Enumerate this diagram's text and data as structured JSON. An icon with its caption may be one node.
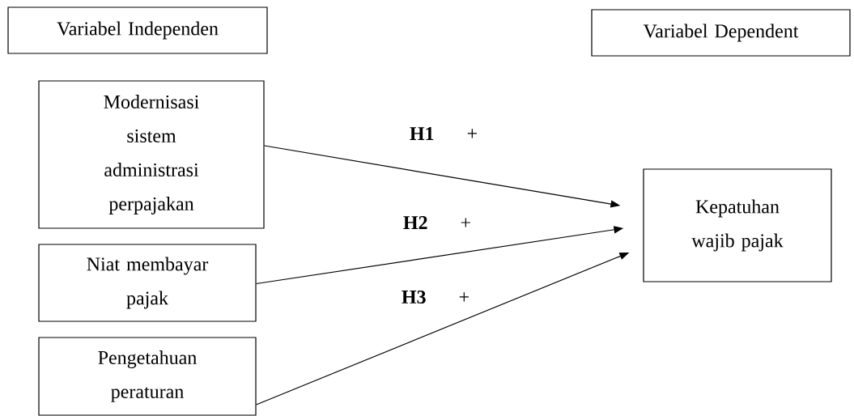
{
  "diagram": {
    "nodes": [
      {
        "text": [
          "Variabel Independen"
        ]
      },
      {
        "text": [
          "Variabel Dependent"
        ]
      },
      {
        "text": [
          "Modernisasi sistem administrasi perpajakan"
        ]
      },
      {
        "text": [
          "Niat membayar pajak"
        ]
      },
      {
        "text": [
          "Pengetahuan peraturan"
        ]
      },
      {
        "text": [
          "Kepatuhan wajib pajak"
        ]
      }
    ],
    "edges": [
      {
        "from": 2,
        "to": 5,
        "arrow": "to",
        "label": "**H1** +"
      },
      {
        "from": 3,
        "to": 5,
        "arrow": "to",
        "label": "**H2** +"
      },
      {
        "from": 4,
        "to": 5,
        "arrow": "to",
        "label": "**H3** +"
      }
    ]
  }
}
